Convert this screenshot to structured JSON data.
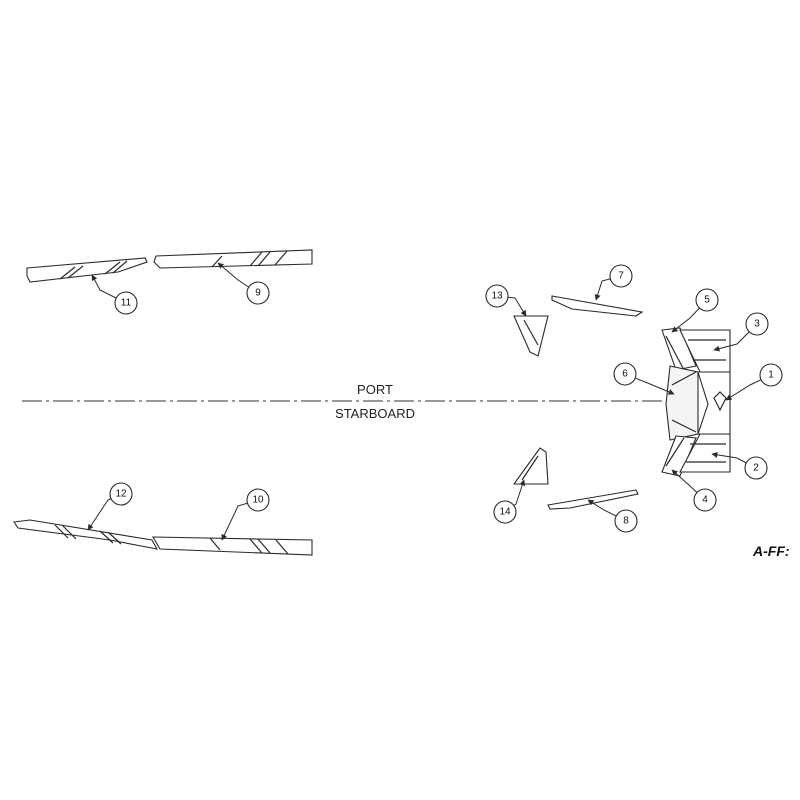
{
  "labels": {
    "port": "PORT",
    "starboard": "STARBOARD",
    "drawing_code": "A-FF:"
  },
  "callouts": [
    "1",
    "2",
    "3",
    "4",
    "5",
    "6",
    "7",
    "8",
    "9",
    "10",
    "11",
    "12",
    "13",
    "14"
  ]
}
